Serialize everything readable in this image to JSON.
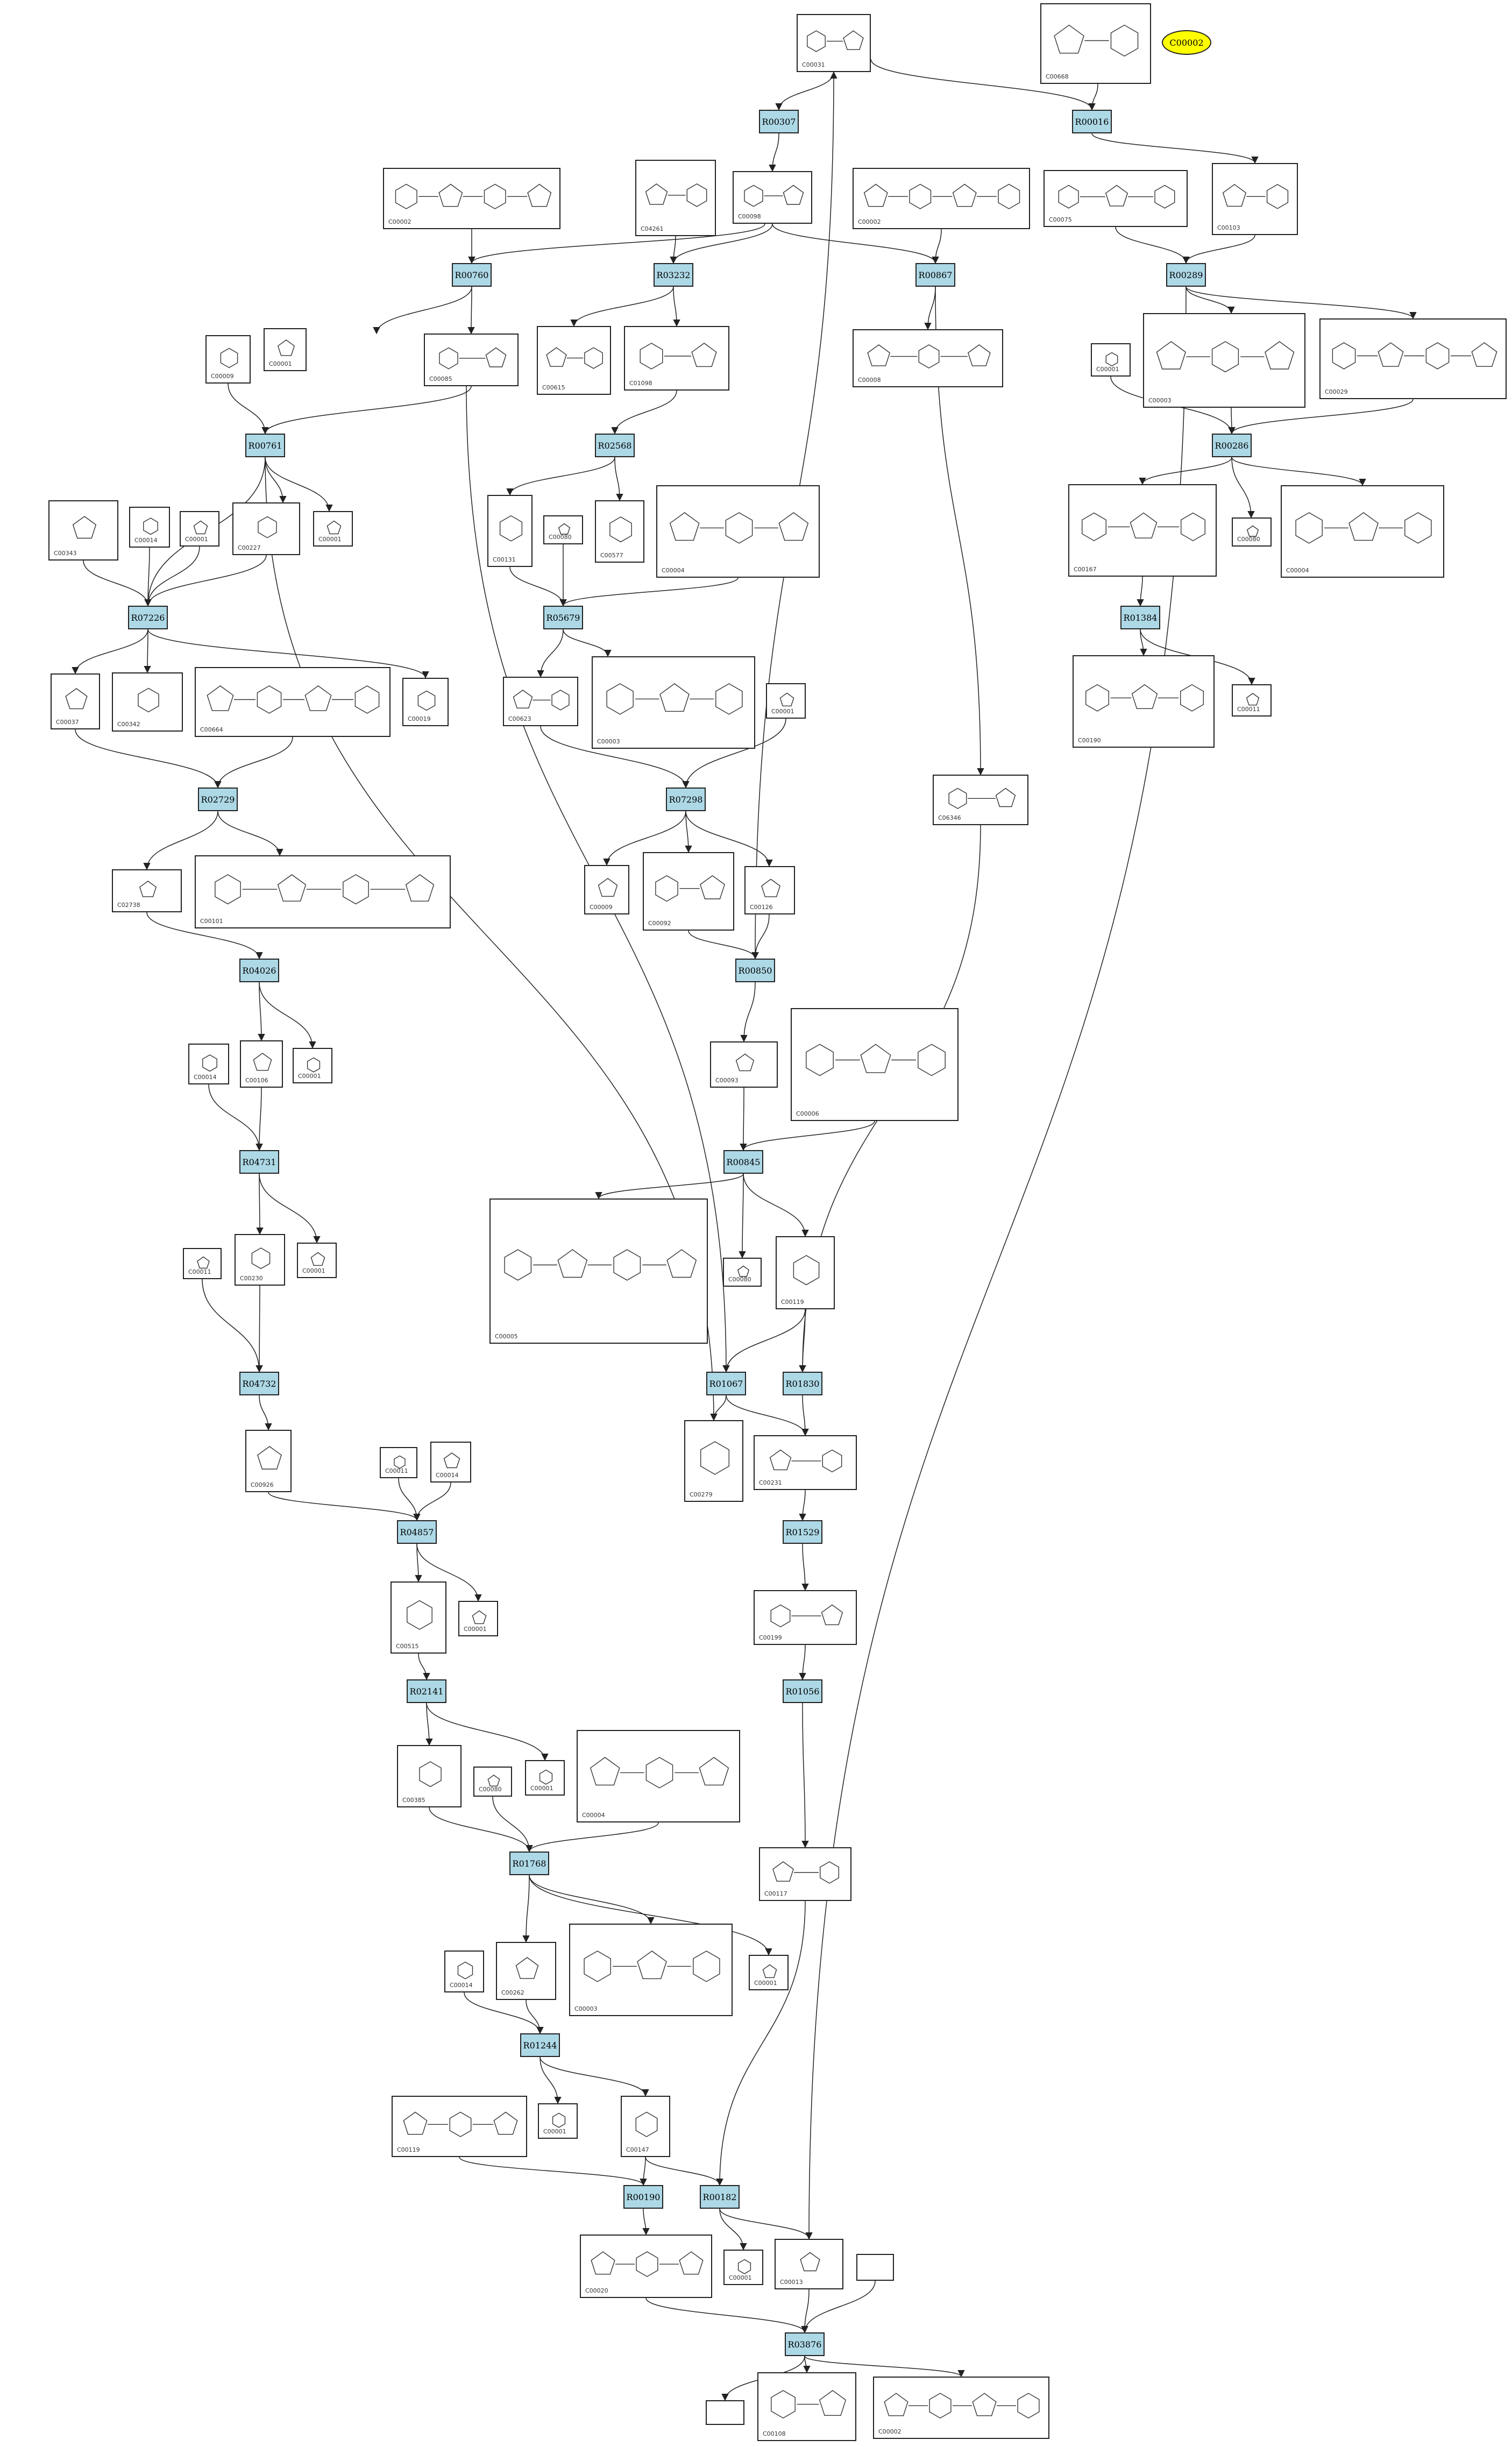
{
  "highlight": {
    "label": "C00002",
    "color": "#ffff00"
  },
  "reaction_color": "#add8e6",
  "reactions": [
    {
      "id": "R00307"
    },
    {
      "id": "R00016"
    },
    {
      "id": "R00760"
    },
    {
      "id": "R03232"
    },
    {
      "id": "R00867"
    },
    {
      "id": "R00289"
    },
    {
      "id": "R00761"
    },
    {
      "id": "R02568"
    },
    {
      "id": "R00286"
    },
    {
      "id": "R07226"
    },
    {
      "id": "R05679"
    },
    {
      "id": "R01384"
    },
    {
      "id": "R02729"
    },
    {
      "id": "R07298"
    },
    {
      "id": "R04026"
    },
    {
      "id": "R00850"
    },
    {
      "id": "R04731"
    },
    {
      "id": "R00845"
    },
    {
      "id": "R04732"
    },
    {
      "id": "R01067"
    },
    {
      "id": "R01830"
    },
    {
      "id": "R04857"
    },
    {
      "id": "R01529"
    },
    {
      "id": "R02141"
    },
    {
      "id": "R01056"
    },
    {
      "id": "R01768"
    },
    {
      "id": "R01244"
    },
    {
      "id": "R00190"
    },
    {
      "id": "R00182"
    },
    {
      "id": "R03876"
    }
  ],
  "compounds": [
    {
      "id": "C00031"
    },
    {
      "id": "C00668"
    },
    {
      "id": "C00002"
    },
    {
      "id": "C04261"
    },
    {
      "id": "C00098"
    },
    {
      "id": "C00002"
    },
    {
      "id": "C00075"
    },
    {
      "id": "C00103"
    },
    {
      "id": "C00009"
    },
    {
      "id": "C00001"
    },
    {
      "id": "C00085"
    },
    {
      "id": "C00615"
    },
    {
      "id": "C01098"
    },
    {
      "id": "C00008"
    },
    {
      "id": "C00001"
    },
    {
      "id": "C00003"
    },
    {
      "id": "C00029"
    },
    {
      "id": "C00343"
    },
    {
      "id": "C00014"
    },
    {
      "id": "C00001"
    },
    {
      "id": "C00227"
    },
    {
      "id": "C00001"
    },
    {
      "id": "C00131"
    },
    {
      "id": "C00080"
    },
    {
      "id": "C00577"
    },
    {
      "id": "C00004"
    },
    {
      "id": "C00167"
    },
    {
      "id": "C00080"
    },
    {
      "id": "C00004"
    },
    {
      "id": "C00037"
    },
    {
      "id": "C00342"
    },
    {
      "id": "C00664"
    },
    {
      "id": "C00019"
    },
    {
      "id": "C00623"
    },
    {
      "id": "C00003"
    },
    {
      "id": "C00001"
    },
    {
      "id": "C00190"
    },
    {
      "id": "C00011"
    },
    {
      "id": "C06346"
    },
    {
      "id": "C02738"
    },
    {
      "id": "C00101"
    },
    {
      "id": "C00009"
    },
    {
      "id": "C00092"
    },
    {
      "id": "C00126"
    },
    {
      "id": "C00014"
    },
    {
      "id": "C00106"
    },
    {
      "id": "C00001"
    },
    {
      "id": "C00093"
    },
    {
      "id": "C00006"
    },
    {
      "id": "C00011"
    },
    {
      "id": "C00230"
    },
    {
      "id": "C00001"
    },
    {
      "id": "C00005"
    },
    {
      "id": "C00080"
    },
    {
      "id": "C00119"
    },
    {
      "id": "C00926"
    },
    {
      "id": "C00279"
    },
    {
      "id": "C00231"
    },
    {
      "id": "C00011"
    },
    {
      "id": "C00014"
    },
    {
      "id": "C00515"
    },
    {
      "id": "C00001"
    },
    {
      "id": "C00199"
    },
    {
      "id": "C00080"
    },
    {
      "id": "C00001"
    },
    {
      "id": "C00004"
    },
    {
      "id": "C00385"
    },
    {
      "id": "C00117"
    },
    {
      "id": "C00014"
    },
    {
      "id": "C00262"
    },
    {
      "id": "C00003"
    },
    {
      "id": "C00001"
    },
    {
      "id": "C00001"
    },
    {
      "id": "C00119"
    },
    {
      "id": "C00147"
    },
    {
      "id": "C00020"
    },
    {
      "id": "C00001"
    },
    {
      "id": "C00013"
    },
    {
      "id": "C00108"
    },
    {
      "id": "C00002"
    }
  ]
}
